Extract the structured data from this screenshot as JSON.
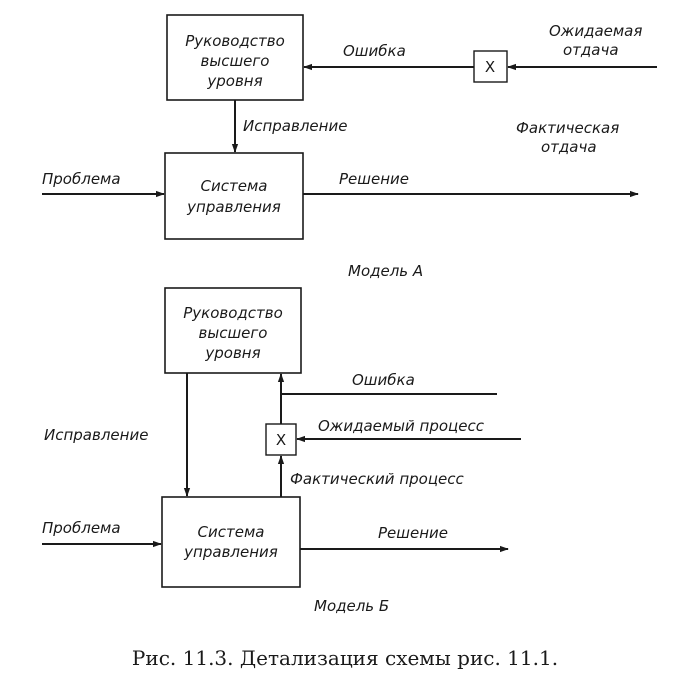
{
  "model_a": {
    "top_box": [
      "Руководство",
      "высшего",
      "уровня"
    ],
    "bottom_box": [
      "Система",
      "управления"
    ],
    "error": "Ошибка",
    "expected_output": [
      "Ожидаемая",
      "отдача"
    ],
    "actual_output": [
      "Фактическая",
      "отдача"
    ],
    "correction": "Исправление",
    "problem": "Проблема",
    "solution": "Решение",
    "x_mark": "X",
    "title": "Модель А"
  },
  "model_b": {
    "top_box": [
      "Руководство",
      "высшего",
      "уровня"
    ],
    "bottom_box": [
      "Система",
      "управления"
    ],
    "error": "Ошибка",
    "expected_process": "Ожидаемый процесс",
    "actual_process": "Фактический процесс",
    "correction": "Исправление",
    "problem": "Проблема",
    "solution": "Решение",
    "x_mark": "X",
    "title": "Модель Б"
  },
  "caption": "Рис. 11.3. Детализация схемы рис. 11.1."
}
